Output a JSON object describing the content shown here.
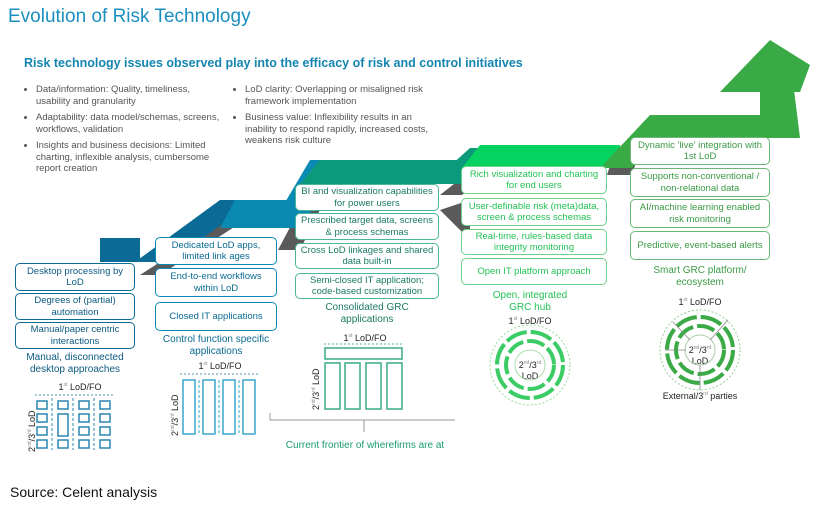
{
  "title": "Evolution of Risk Technology",
  "subtitle": "Risk technology issues observed play into the efficacy of risk and control initiatives",
  "issues_left": [
    "Data/information: Quality, timeliness, usability and granularity",
    "Adaptability: data model/schemas, screens, workflows, validation",
    "Insights and business decisions: Limited charting, inflexible analysis, cumbersome report creation"
  ],
  "issues_right": [
    "LoD clarity: Overlapping or misaligned risk framework implementation",
    "Business value: Inflexibility results in an inability to respond rapidly, increased costs, weakens risk culture"
  ],
  "stages": [
    {
      "label": "Manual, disconnected desktop approaches",
      "items": [
        "Desktop processing by LoD",
        "Degrees of (partial) automation",
        "Manual/paper centric interactions"
      ]
    },
    {
      "label": "Control function specific applications",
      "items": [
        "Dedicated LoD apps, limited link ages",
        "End-to-end workflows within LoD",
        "Closed IT applications"
      ]
    },
    {
      "label": "Consolidated GRC applications",
      "items": [
        "BI and visualization capabilities for power users",
        "Prescribed target data, screens & process schemas",
        "Cross LoD linkages and shared data built-in",
        "Semi-closed IT application; code-based customization"
      ]
    },
    {
      "label": "Open, integrated GRC hub",
      "items": [
        "Rich visualization and charting for end users",
        "User-definable risk (meta)data, screen & process schemas",
        "Real-time, rules-based data integrity monitoring",
        "Open IT platform approach"
      ]
    },
    {
      "label": "Smart GRC platform/ ecosystem",
      "items": [
        "Dynamic 'live' integration with 1st LoD",
        "Supports non-conventional / non-relational data",
        "AI/machine learning enabled risk monitoring",
        "Predictive, event-based alerts"
      ]
    }
  ],
  "lod": {
    "first": "1",
    "first_sup": "st",
    "first_rest": " LoD/FO",
    "second": "2",
    "second_sup": "nd",
    "slash": "/3",
    "third_sup": "rd",
    "lod": " LoD",
    "lod_center": "LoD",
    "external": "External/3",
    "external_sup": "rd",
    "external_rest": " parties"
  },
  "frontier": "Current frontier of wherefirms are at",
  "source": "Source: Celent analysis"
}
